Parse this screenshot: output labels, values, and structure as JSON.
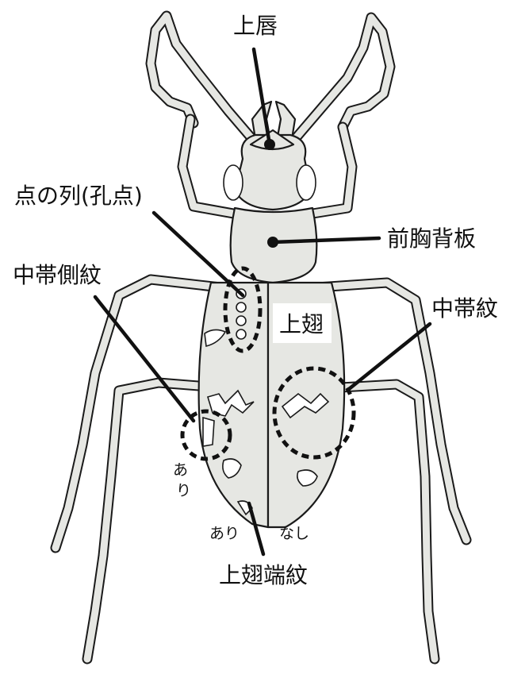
{
  "labels": {
    "labrum": "上唇",
    "puncture_row": "点の列(孔点)",
    "pronotum": "前胸背板",
    "median_side_band": "中帯側紋",
    "elytra": "上翅",
    "median_band": "中帯紋",
    "present_left": "あり",
    "present_bottom": "あり",
    "absent_bottom": "なし",
    "elytral_apex_mark": "上翅端紋"
  },
  "colors": {
    "body_fill": "#e6e7e3",
    "outline": "#1a1a1a",
    "background": "#ffffff"
  }
}
